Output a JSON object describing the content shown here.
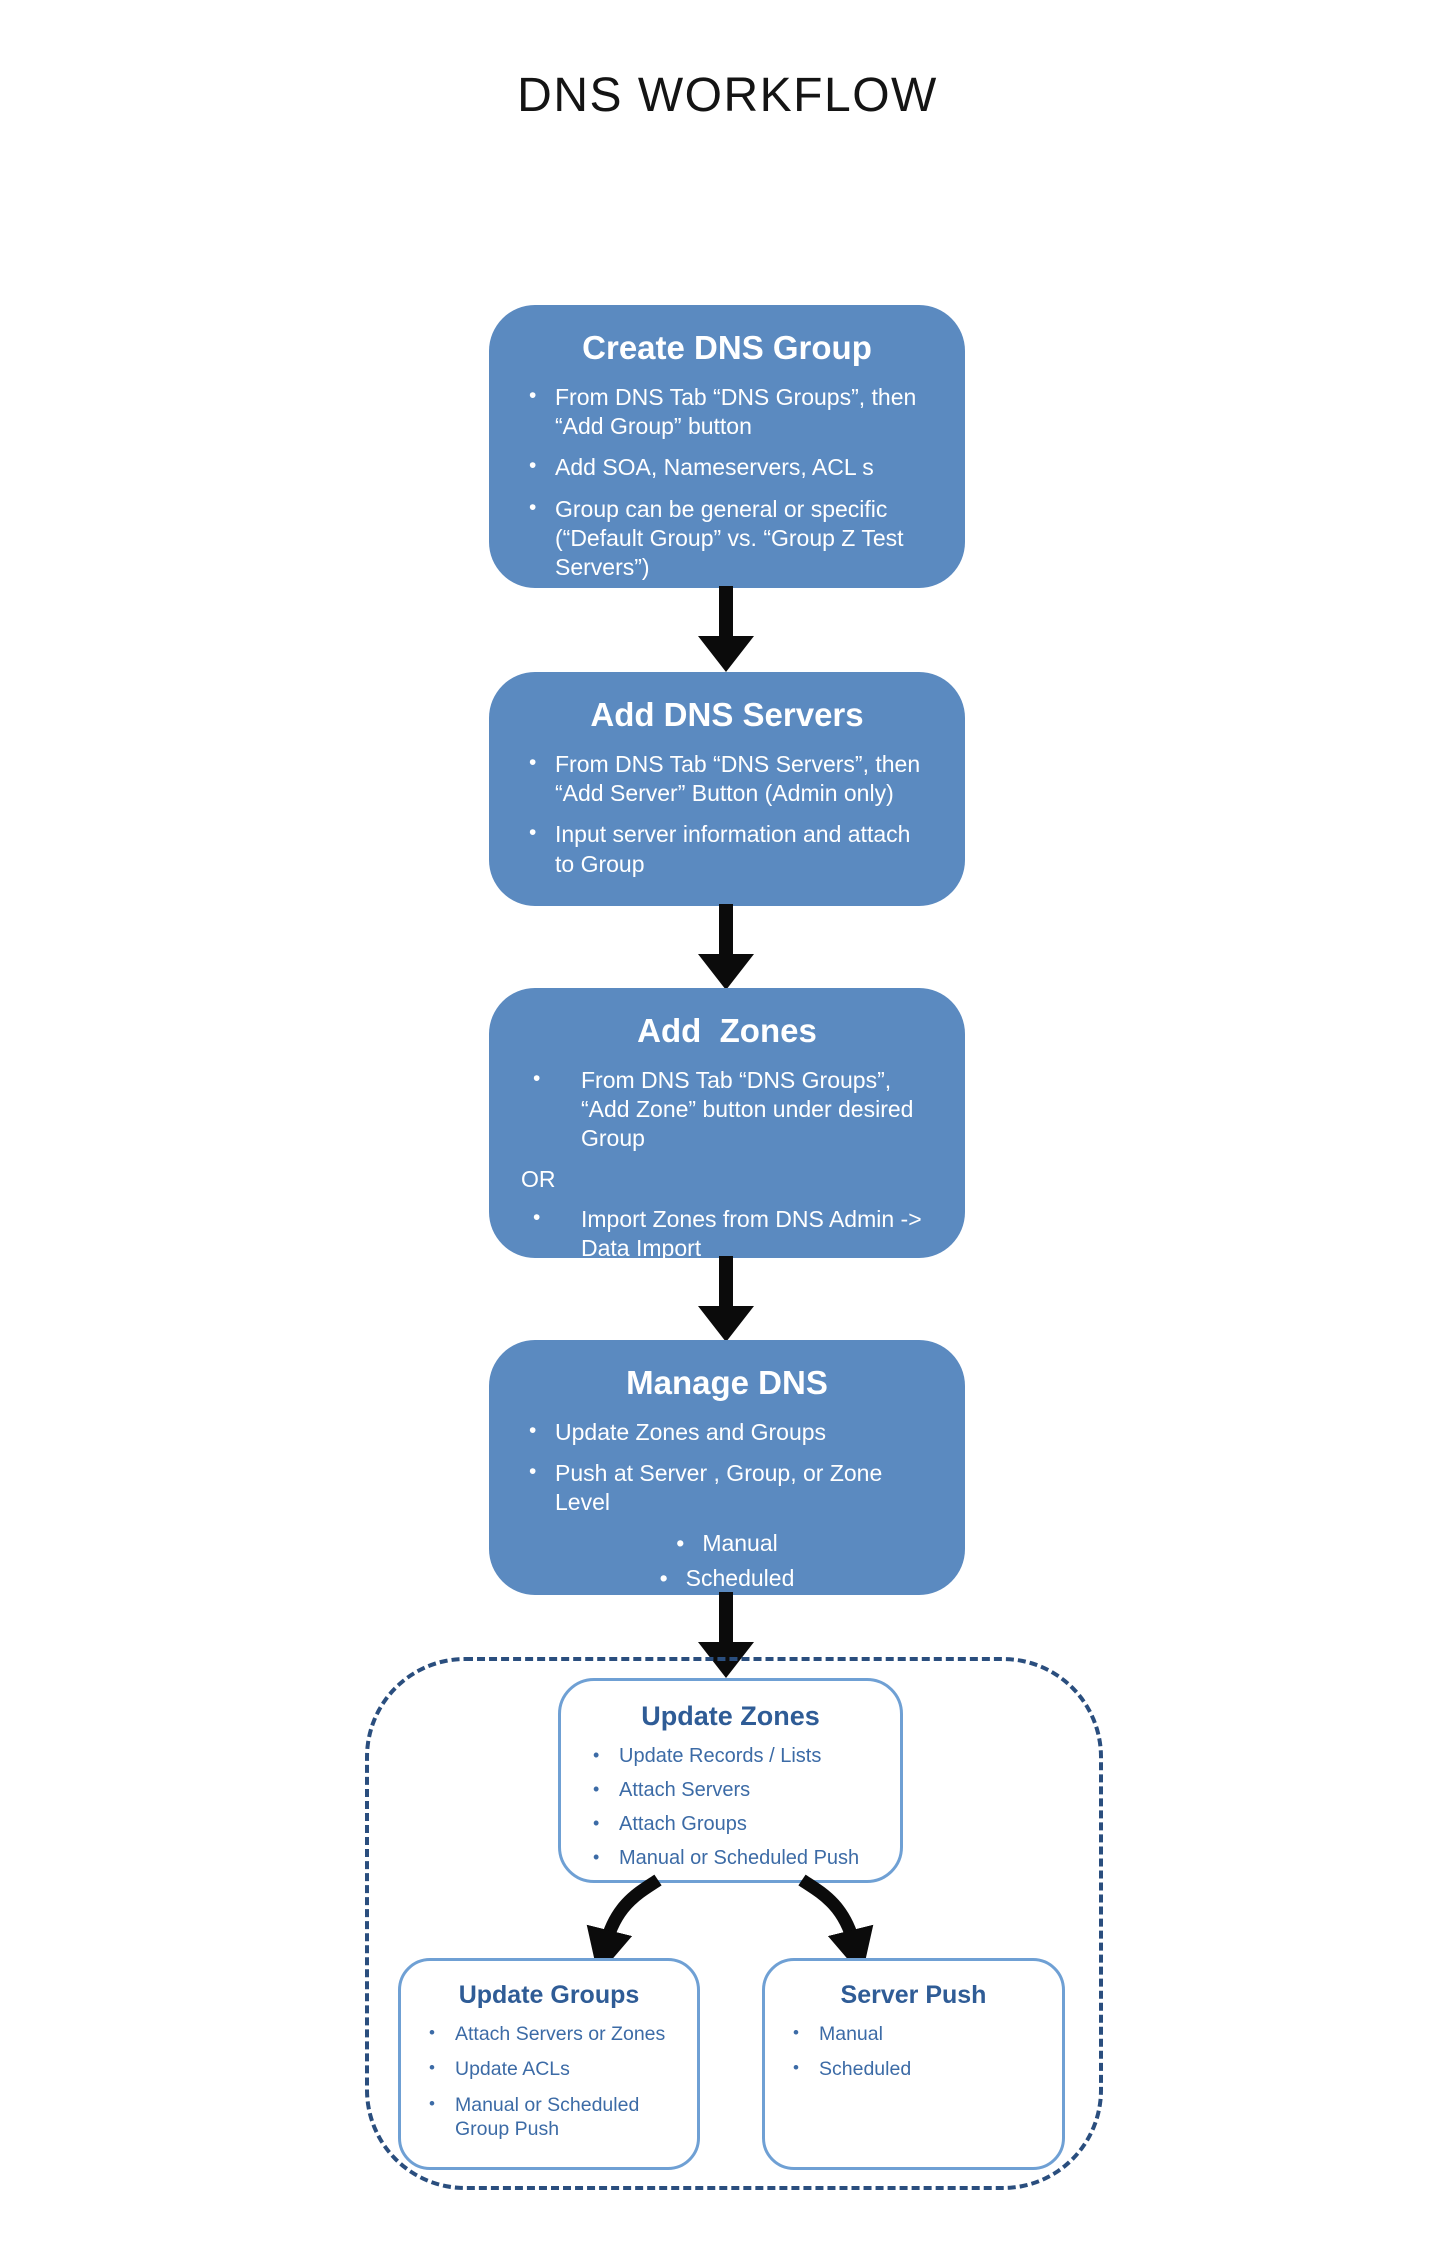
{
  "page": {
    "title": "DNS WORKFLOW"
  },
  "colors": {
    "flow_box_fill": "#5B8AC0",
    "flow_box_text": "#FFFFFF",
    "detail_box_border": "#6FA0D4",
    "detail_title_text": "#2F5C96",
    "detail_body_text": "#3C6BA6",
    "dashed_border": "#2A4E7E",
    "arrow": "#0B0B0B"
  },
  "flow_boxes": [
    {
      "title": "Create DNS Group",
      "bullets": [
        "From DNS Tab “DNS Groups”, then “Add Group” button",
        "Add SOA, Nameservers, ACL s",
        "Group can be general or specific (“Default Group” vs. “Group Z Test Servers”)"
      ]
    },
    {
      "title": "Add DNS Servers",
      "bullets": [
        "From DNS Tab “DNS Servers”, then “Add Server” Button (Admin only)",
        "Input server information and attach to Group"
      ]
    },
    {
      "title": "Add  Zones",
      "bullets_top": [
        "From DNS Tab “DNS Groups”, “Add Zone” button under desired Group"
      ],
      "or_label": "OR",
      "bullets_bottom": [
        "Import Zones from DNS Admin -> Data Import"
      ]
    },
    {
      "title": "Manage DNS",
      "bullets": [
        "Update Zones and Groups",
        "Push at Server , Group, or Zone Level"
      ],
      "sub_bullets": [
        "Manual",
        "Scheduled"
      ]
    }
  ],
  "detail_boxes": {
    "update_zones": {
      "title": "Update Zones",
      "bullets": [
        "Update Records / Lists",
        "Attach Servers",
        "Attach Groups",
        "Manual or Scheduled Push"
      ]
    },
    "update_groups": {
      "title": "Update Groups",
      "bullets": [
        "Attach Servers or Zones",
        "Update ACLs",
        "Manual or Scheduled Group Push"
      ]
    },
    "server_push": {
      "title": "Server Push",
      "bullets": [
        "Manual",
        "Scheduled"
      ]
    }
  }
}
